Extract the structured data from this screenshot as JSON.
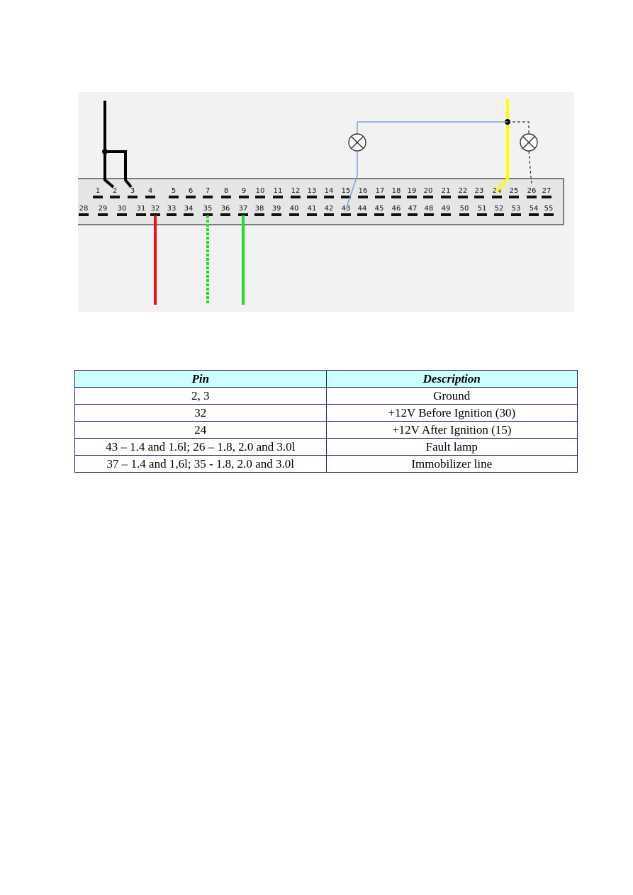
{
  "connector": {
    "top_row": [
      "1",
      "2",
      "3",
      "4",
      "5",
      "6",
      "7",
      "8",
      "9",
      "10",
      "11",
      "12",
      "13",
      "14",
      "15",
      "16",
      "17",
      "18",
      "19",
      "20",
      "21",
      "22",
      "23",
      "24",
      "25",
      "26",
      "27"
    ],
    "bottom_row": [
      "28",
      "29",
      "30",
      "31",
      "32",
      "33",
      "34",
      "35",
      "36",
      "37",
      "38",
      "39",
      "40",
      "41",
      "42",
      "43",
      "44",
      "45",
      "46",
      "47",
      "48",
      "49",
      "50",
      "51",
      "52",
      "53",
      "54",
      "55"
    ]
  },
  "wires": [
    {
      "pins": [
        "2",
        "3"
      ],
      "color": "#000000",
      "style": "solid"
    },
    {
      "pins": [
        "32"
      ],
      "color": "#ee1111",
      "style": "solid"
    },
    {
      "pins": [
        "35"
      ],
      "color": "#22dd22",
      "style": "dotted"
    },
    {
      "pins": [
        "37"
      ],
      "color": "#22dd22",
      "style": "solid"
    },
    {
      "pins": [
        "43"
      ],
      "color": "#7f9fe0",
      "style": "solid"
    },
    {
      "pins": [
        "24"
      ],
      "color": "#ffff00",
      "style": "solid"
    },
    {
      "pins": [
        "26"
      ],
      "color": "#333333",
      "style": "dashed"
    }
  ],
  "lamps": [
    {
      "connects": "43",
      "icon": "lamp-icon"
    },
    {
      "connects": "26",
      "icon": "lamp-icon"
    }
  ],
  "table": {
    "headers": [
      "Pin",
      "Description"
    ],
    "rows": [
      [
        "2, 3",
        "Ground"
      ],
      [
        "32",
        "+12V Before Ignition (30)"
      ],
      [
        "24",
        "+12V After Ignition (15)"
      ],
      [
        "43 – 1.4 and 1.6l; 26 – 1.8, 2.0 and 3.0l",
        "Fault lamp"
      ],
      [
        "37 – 1.4 and 1,6l; 35 - 1.8, 2.0 and 3.0l",
        "Immobilizer line"
      ]
    ]
  }
}
